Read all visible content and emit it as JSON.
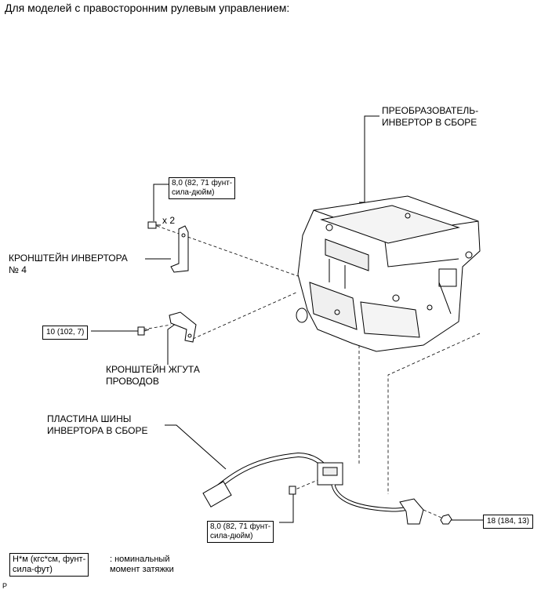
{
  "header": {
    "title": "Для моделей с правосторонним рулевым управлением:"
  },
  "parts": {
    "inverter": [
      "ПРЕОБРАЗОВАТЕЛЬ-",
      "ИНВЕРТОР В СБОРЕ"
    ],
    "bracket4": [
      "КРОНШТЕЙН ИНВЕРТОРА",
      "№ 4"
    ],
    "harness_bracket": [
      "КРОНШТЕЙН ЖГУТА",
      "ПРОВОДОВ"
    ],
    "bus_plate": [
      "ПЛАСТИНА ШИНЫ",
      "ИНВЕРТОРА В СБОРЕ"
    ]
  },
  "torques": {
    "top": [
      "8,0 (82, 71 фунт-",
      "сила-дюйм)"
    ],
    "top_qty": "x 2",
    "left": "10 (102, 7)",
    "bottom": [
      "8,0 (82, 71 фунт-",
      "сила-дюйм)"
    ],
    "right": "18 (184, 13)"
  },
  "legend": {
    "unit": [
      "Н*м (кгс*см, фунт-",
      "сила-фут)"
    ],
    "desc": [
      ": номинальный",
      "момент затяжки"
    ]
  },
  "corner": "P"
}
